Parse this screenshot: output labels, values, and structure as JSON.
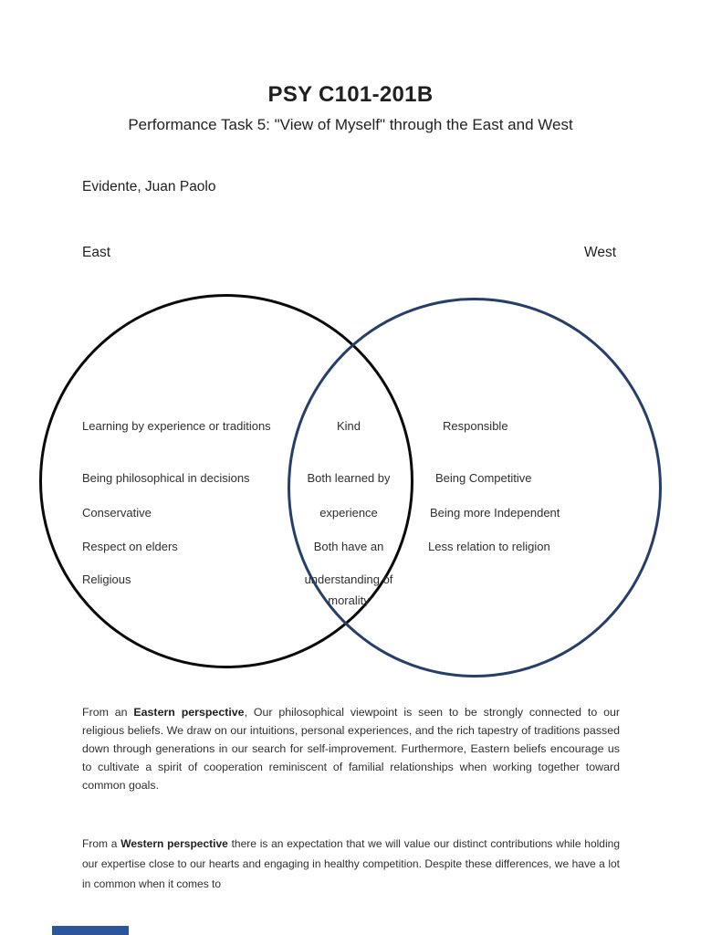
{
  "header": {
    "title": "PSY C101-201B",
    "subtitle": "Performance Task 5: \"View of Myself\" through the East and West",
    "author": "Evidente, Juan Paolo"
  },
  "diagram": {
    "left_label": "East",
    "right_label": "West",
    "left_circle_color": "#0a0a0a",
    "right_circle_color": "#263f6a",
    "left_items": [
      "Learning by experience or traditions",
      "Being philosophical in decisions",
      "Conservative",
      "Respect on elders",
      "Religious"
    ],
    "middle_items": [
      "Kind",
      "Both learned by",
      "experience",
      "Both have an",
      "understanding of",
      "morality"
    ],
    "right_items": [
      "Responsible",
      "Being Competitive",
      "Being more Independent",
      "Less relation to religion"
    ]
  },
  "paragraphs": [
    {
      "lead": "From an ",
      "bold": "Eastern perspective",
      "rest": ", Our philosophical viewpoint is seen to be strongly connected to our religious beliefs. We draw on our intuitions, personal experiences, and the rich tapestry of traditions passed down through generations in our search for self-improvement. Furthermore, Eastern beliefs encourage us to cultivate a spirit of cooperation reminiscent of familial relationships when working together toward common goals."
    },
    {
      "lead": "From a ",
      "bold": "Western perspective",
      "rest": " there is an expectation that we will value our distinct contributions while holding our expertise close to our hearts and engaging in healthy competition. Despite these differences, we have a lot in common when it comes to"
    }
  ],
  "next_page_color": "#2b579a"
}
